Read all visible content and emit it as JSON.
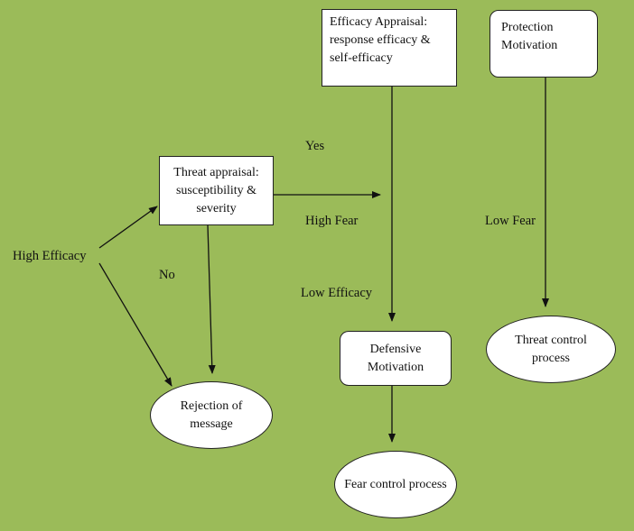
{
  "nodes": {
    "efficacy_appraisal": "Efficacy Appraisal: response efficacy & self-efficacy",
    "protection_motivation": "Protection Motivation",
    "threat_appraisal": "Threat appraisal: susceptibility & severity",
    "defensive_motivation": "Defensive Motivation",
    "threat_control": "Threat control process",
    "rejection": "Rejection of message",
    "fear_control": "Fear control process"
  },
  "labels": {
    "yes": "Yes",
    "high_fear": "High Fear",
    "low_fear": "Low Fear",
    "high_efficacy": "High Efficacy",
    "no": "No",
    "low_efficacy": "Low Efficacy"
  }
}
